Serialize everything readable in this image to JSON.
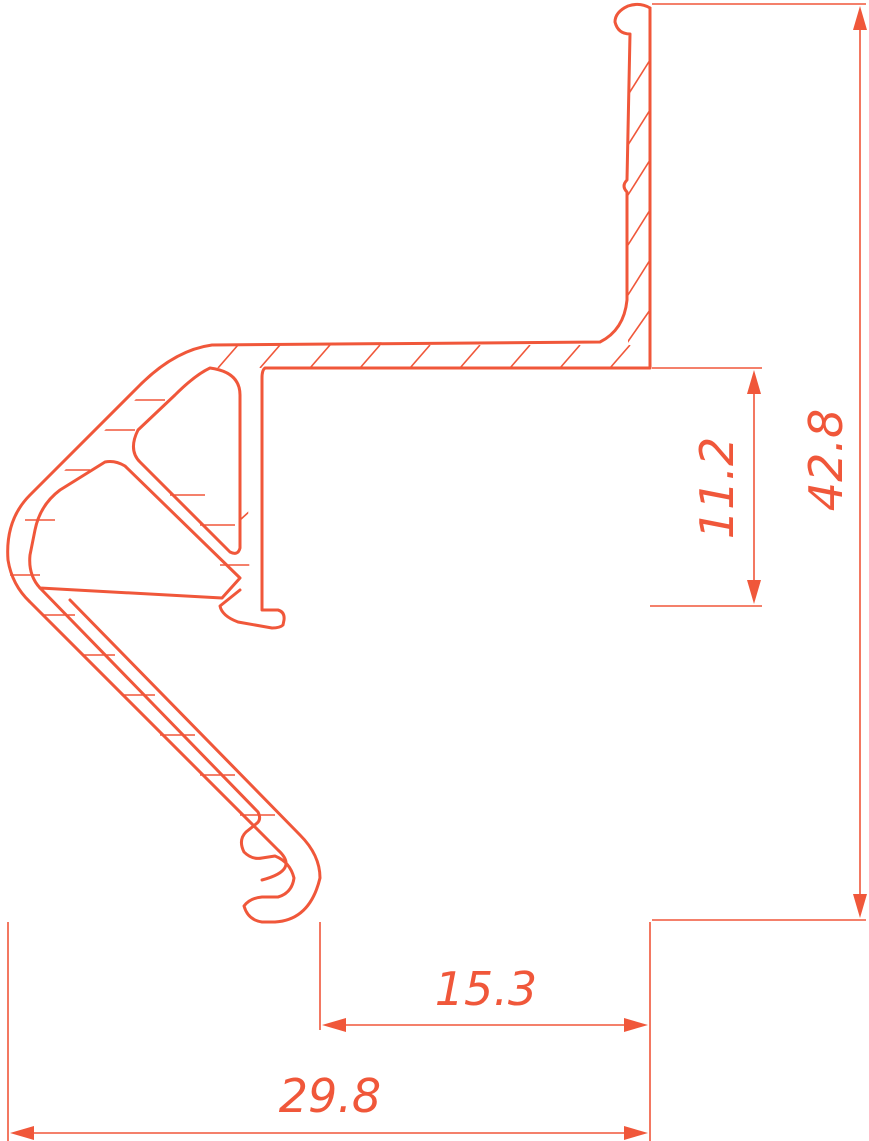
{
  "colors": {
    "accent": "#f0573a",
    "background": "#ffffff"
  },
  "dimensions": {
    "overall_height": "42.8",
    "inner_height": "11.2",
    "overall_width": "29.8",
    "inner_width": "15.3"
  }
}
